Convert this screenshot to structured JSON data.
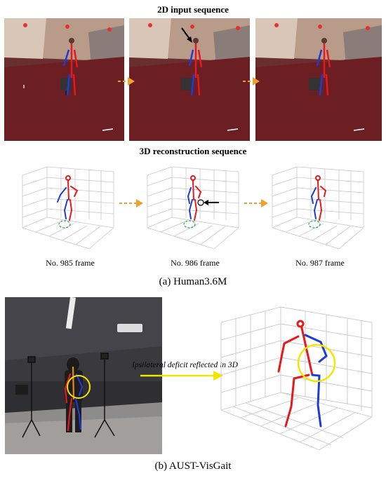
{
  "part_a": {
    "title_2d": "2D input sequence",
    "title_3d": "3D reconstruction sequence",
    "frames": [
      {
        "label": "No. 985 frame"
      },
      {
        "label": "No. 986 frame"
      },
      {
        "label": "No. 987 frame"
      }
    ],
    "caption": "(a) Human3.6M"
  },
  "part_b": {
    "annotation": "Ipsilateral deficit reflected in 3D",
    "caption": "(b) AUST-VisGait"
  },
  "colors": {
    "left_limbs": "#e41a1c",
    "right_limbs": "#1f3bd6",
    "arrow_orange": "#f0a030",
    "highlight_yellow": "#f2e600",
    "marker_green": "#22aa44"
  }
}
